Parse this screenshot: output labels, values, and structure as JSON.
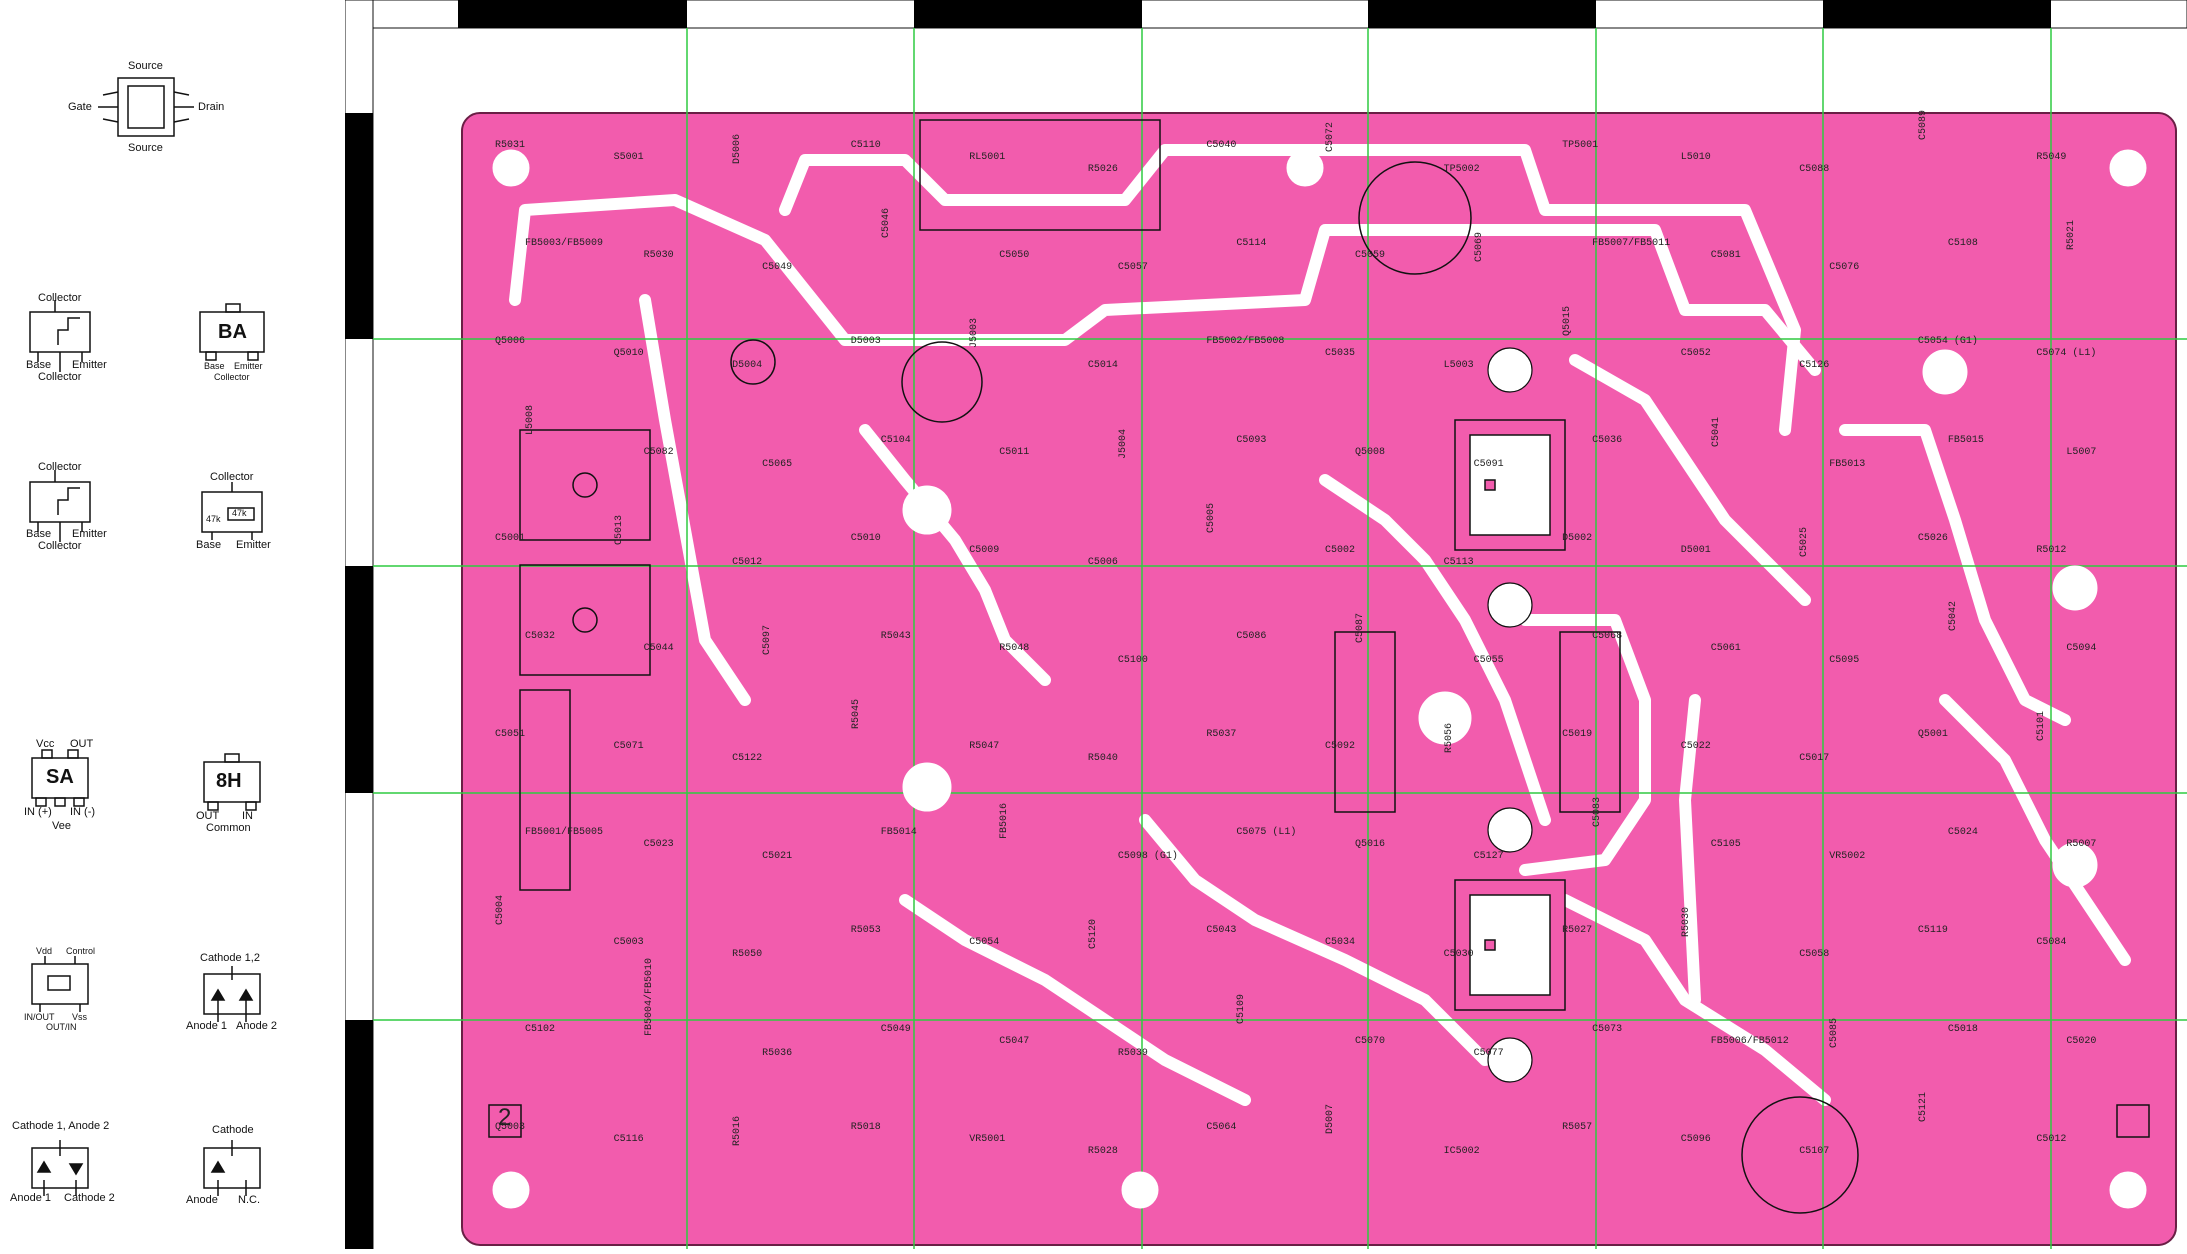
{
  "legend": {
    "fet": {
      "source_top": "Source",
      "source_bottom": "Source",
      "gate": "Gate",
      "drain": "Drain"
    },
    "transistor_a": {
      "collector_top": "Collector",
      "base": "Base",
      "emitter": "Emitter",
      "collector_bottom": "Collector"
    },
    "ba_box": {
      "code": "BA",
      "base": "Base",
      "emitter": "Emitter",
      "collector": "Collector"
    },
    "transistor_b": {
      "collector_top": "Collector",
      "base": "Base",
      "emitter": "Emitter",
      "collector_bottom": "Collector"
    },
    "digital_tr": {
      "collector": "Collector",
      "resistor": "47k",
      "resistor2": "47k",
      "base": "Base",
      "emitter": "Emitter"
    },
    "sa_box": {
      "code": "SA",
      "vcc": "Vcc",
      "out": "OUT",
      "in_plus": "IN (+)",
      "in_minus": "IN (-)",
      "vee": "Vee"
    },
    "h8_box": {
      "code": "8H",
      "out": "OUT",
      "in": "IN",
      "common": "Common"
    },
    "switch_ic": {
      "vdd": "Vdd",
      "control": "Control",
      "in_out": "IN/OUT",
      "vss": "Vss",
      "out_in": "OUT/IN"
    },
    "diode_cc": {
      "title": "Cathode 1,2",
      "anode1": "Anode 1",
      "anode2": "Anode 2"
    },
    "diode_series": {
      "title": "Cathode 1, Anode 2",
      "anode1": "Anode 1",
      "cathode2": "Cathode 2"
    },
    "diode_single": {
      "title": "Cathode",
      "anode": "Anode",
      "nc": "N.C."
    }
  },
  "board": {
    "side_number": "2",
    "colors": {
      "board": "#f25cad",
      "trace": "#ffffff",
      "grid": "#2ecc40",
      "outline": "#6a1f45"
    },
    "refs": [
      "R5031",
      "S5001",
      "D5006",
      "C5110",
      "RL5001",
      "R5026",
      "C5040",
      "C5072",
      "TP5002",
      "TP5001",
      "L5010",
      "C5088",
      "C5089",
      "R5049",
      "FB5003/FB5009",
      "R5030",
      "C5049",
      "C5046",
      "C5050",
      "C5057",
      "C5114",
      "C5059",
      "C5069",
      "FB5007/FB5011",
      "C5081",
      "C5076",
      "C5108",
      "R5021",
      "Q5006",
      "Q5010",
      "D5004",
      "D5003",
      "J5003",
      "C5014",
      "FB5002/FB5008",
      "C5035",
      "L5003",
      "Q5015",
      "C5052",
      "C5126",
      "C5054 (G1)",
      "C5074 (L1)",
      "L5008",
      "C5082",
      "C5065",
      "C5104",
      "C5011",
      "J5004",
      "C5093",
      "Q5008",
      "C5091",
      "C5036",
      "C5041",
      "FB5013",
      "FB5015",
      "L5007",
      "C5001",
      "C5013",
      "C5012",
      "C5010",
      "C5009",
      "C5006",
      "C5005",
      "C5002",
      "C5113",
      "D5002",
      "D5001",
      "C5025",
      "C5026",
      "R5012",
      "C5032",
      "C5044",
      "C5097",
      "R5043",
      "R5048",
      "C5100",
      "C5086",
      "C5087",
      "C5055",
      "C5068",
      "C5061",
      "C5095",
      "C5042",
      "C5094",
      "C5051",
      "C5071",
      "C5122",
      "R5045",
      "R5047",
      "R5040",
      "R5037",
      "C5092",
      "R5056",
      "C5019",
      "C5022",
      "C5017",
      "Q5001",
      "C5101",
      "FB5001/FB5005",
      "C5023",
      "C5021",
      "FB5014",
      "FB5016",
      "C5098 (G1)",
      "C5075 (L1)",
      "Q5016",
      "C5127",
      "C5083",
      "C5105",
      "VR5002",
      "C5024",
      "R5007",
      "C5004",
      "C5003",
      "R5050",
      "R5053",
      "C5054",
      "C5120",
      "C5043",
      "C5034",
      "C5030",
      "R5027",
      "R5030",
      "C5058",
      "C5119",
      "C5084",
      "C5102",
      "FB5004/FB5010",
      "R5036",
      "C5049",
      "C5047",
      "R5039",
      "C5109",
      "C5070",
      "C5077",
      "C5073",
      "FB5006/FB5012",
      "C5085",
      "C5018",
      "C5020",
      "Q5003",
      "C5116",
      "R5016",
      "R5018",
      "VR5001",
      "R5028",
      "C5064",
      "D5007",
      "IC5002",
      "R5057",
      "C5096",
      "C5107",
      "C5121",
      "C5012"
    ]
  }
}
